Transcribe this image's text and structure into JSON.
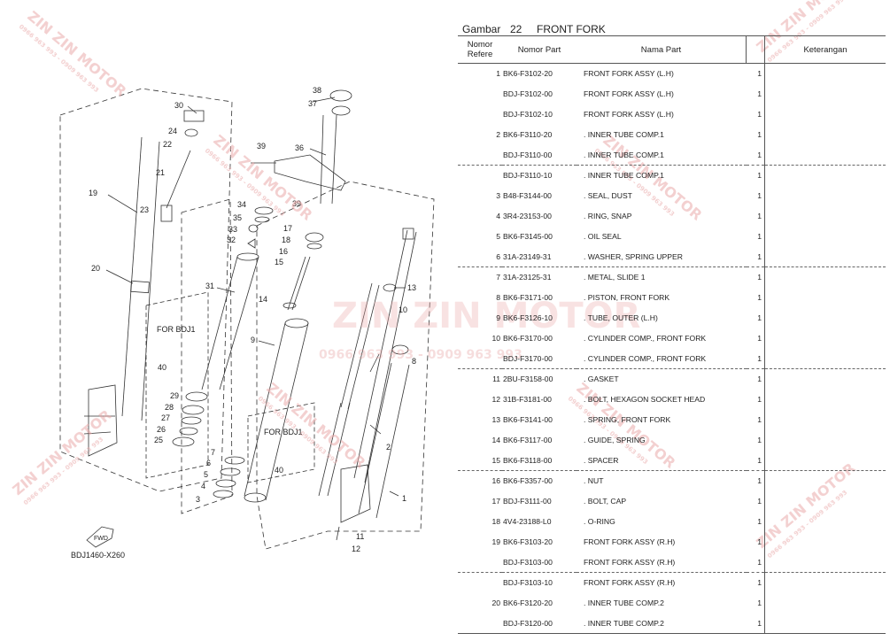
{
  "figure": {
    "gambar_label": "Gambar",
    "number": "22",
    "title": "FRONT FORK"
  },
  "columns": {
    "ref": "Nomor Refere",
    "ref_line1": "Nomor",
    "ref_line2": "Refere",
    "part": "Nomor Part",
    "name": "Nama Part",
    "qty": "",
    "note": "Keterangan"
  },
  "rows": [
    {
      "ref": "1",
      "part": "BK6-F3102-20",
      "name": "FRONT FORK ASSY (L.H)",
      "qty": "1"
    },
    {
      "ref": "",
      "part": "BDJ-F3102-00",
      "name": "FRONT FORK ASSY (L.H)",
      "qty": "1"
    },
    {
      "ref": "",
      "part": "BDJ-F3102-10",
      "name": "FRONT FORK ASSY (L.H)",
      "qty": "1"
    },
    {
      "ref": "2",
      "part": "BK6-F3110-20",
      "name": ". INNER TUBE COMP.1",
      "qty": "1"
    },
    {
      "ref": "",
      "part": "BDJ-F3110-00",
      "name": ". INNER TUBE COMP.1",
      "qty": "1"
    },
    {
      "ref": "",
      "part": "BDJ-F3110-10",
      "name": ". INNER TUBE COMP.1",
      "qty": "1",
      "sep": true
    },
    {
      "ref": "3",
      "part": "B48-F3144-00",
      "name": ". SEAL, DUST",
      "qty": "1"
    },
    {
      "ref": "4",
      "part": "3R4-23153-00",
      "name": ". RING, SNAP",
      "qty": "1"
    },
    {
      "ref": "5",
      "part": "BK6-F3145-00",
      "name": ". OIL SEAL",
      "qty": "1"
    },
    {
      "ref": "6",
      "part": "31A-23149-31",
      "name": ". WASHER, SPRING UPPER",
      "qty": "1"
    },
    {
      "ref": "7",
      "part": "31A-23125-31",
      "name": ". METAL, SLIDE 1",
      "qty": "1",
      "sep": true
    },
    {
      "ref": "8",
      "part": "BK6-F3171-00",
      "name": ". PISTON, FRONT FORK",
      "qty": "1"
    },
    {
      "ref": "9",
      "part": "BK6-F3126-10",
      "name": ". TUBE, OUTER (L.H)",
      "qty": "1"
    },
    {
      "ref": "10",
      "part": "BK6-F3170-00",
      "name": ". CYLINDER COMP., FRONT FORK",
      "qty": "1"
    },
    {
      "ref": "",
      "part": "BDJ-F3170-00",
      "name": ". CYLINDER COMP., FRONT FORK",
      "qty": "1"
    },
    {
      "ref": "11",
      "part": "2BU-F3158-00",
      "name": ". GASKET",
      "qty": "1",
      "sep": true
    },
    {
      "ref": "12",
      "part": "31B-F3181-00",
      "name": ". BOLT, HEXAGON SOCKET HEAD",
      "qty": "1"
    },
    {
      "ref": "13",
      "part": "BK6-F3141-00",
      "name": ". SPRING, FRONT FORK",
      "qty": "1"
    },
    {
      "ref": "14",
      "part": "BK6-F3117-00",
      "name": ". GUIDE, SPRING",
      "qty": "1"
    },
    {
      "ref": "15",
      "part": "BK6-F3118-00",
      "name": ". SPACER",
      "qty": "1"
    },
    {
      "ref": "16",
      "part": "BK6-F3357-00",
      "name": ". NUT",
      "qty": "1",
      "sep": true
    },
    {
      "ref": "17",
      "part": "BDJ-F3111-00",
      "name": ". BOLT, CAP",
      "qty": "1"
    },
    {
      "ref": "18",
      "part": "4V4-23188-L0",
      "name": ". O-RING",
      "qty": "1"
    },
    {
      "ref": "19",
      "part": "BK6-F3103-20",
      "name": "FRONT FORK ASSY (R.H)",
      "qty": "1"
    },
    {
      "ref": "",
      "part": "BDJ-F3103-00",
      "name": "FRONT FORK ASSY (R.H)",
      "qty": "1"
    },
    {
      "ref": "",
      "part": "BDJ-F3103-10",
      "name": "FRONT FORK ASSY (R.H)",
      "qty": "1",
      "sep": true
    },
    {
      "ref": "20",
      "part": "BK6-F3120-20",
      "name": ". INNER TUBE COMP.2",
      "qty": "1"
    },
    {
      "ref": "",
      "part": "BDJ-F3120-00",
      "name": ". INNER TUBE COMP.2",
      "qty": "1"
    }
  ],
  "diagram": {
    "callouts": [
      "38",
      "37",
      "36",
      "39",
      "39",
      "34",
      "35",
      "33",
      "32",
      "17",
      "18",
      "16",
      "15",
      "14",
      "31",
      "9",
      "10",
      "13",
      "8",
      "2",
      "1",
      "11",
      "12",
      "30",
      "24",
      "22",
      "21",
      "19",
      "23",
      "20",
      "29",
      "28",
      "27",
      "26",
      "25",
      "7",
      "6",
      "5",
      "4",
      "3",
      "40",
      "40"
    ],
    "for_label_1": "FOR BDJ1",
    "for_label_2": "FOR BDJ1",
    "fwd_label": "FWD",
    "code": "BDJ1460-X260"
  },
  "watermark": {
    "brand": "ZIN ZIN MOTOR",
    "phone": "0966 963 993 - 0909 963 993",
    "color": "#e9a9a9"
  }
}
